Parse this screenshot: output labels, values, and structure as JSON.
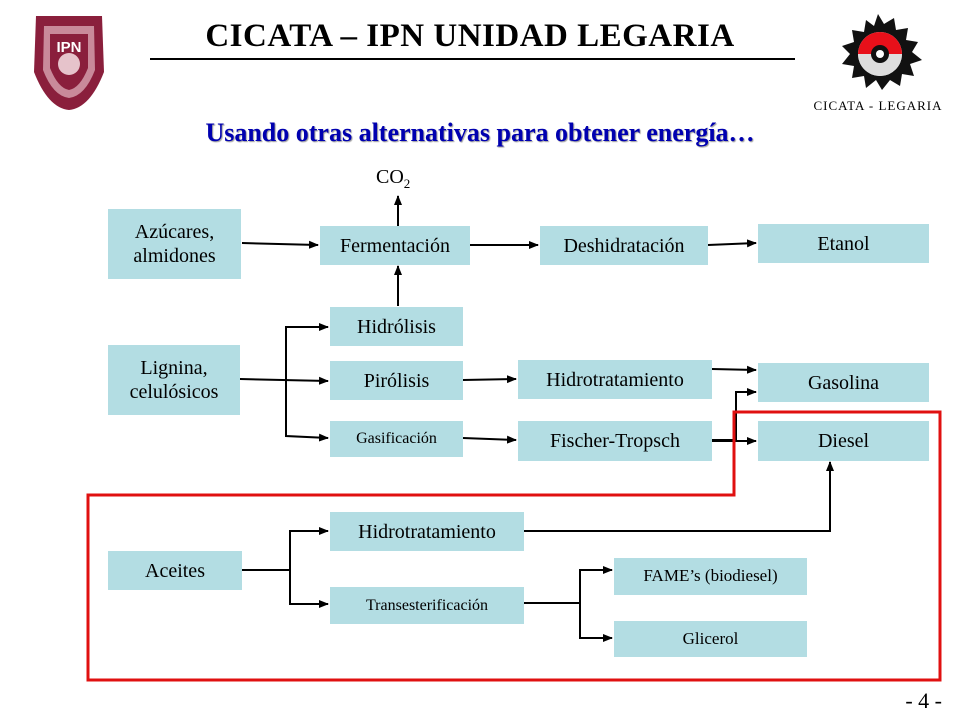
{
  "header": {
    "title": "CICATA – IPN UNIDAD LEGARIA",
    "left_logo_text": "IPN",
    "right_logo_caption": "CICATA - LEGARIA"
  },
  "subtitle": "Usando otras alternativas para obtener energía…",
  "diagram": {
    "co2": {
      "base": "CO",
      "sub": "2"
    },
    "nodes": {
      "azucares": "Azúcares, almidones",
      "fermentacion": "Fermentación",
      "deshidratacion": "Deshidratación",
      "etanol": "Etanol",
      "hidrolisis": "Hidrólisis",
      "lignina": "Lignina, celulósicos",
      "pirolisis": "Pirólisis",
      "hidrotratamiento_1": "Hidrotratamiento",
      "gasolina": "Gasolina",
      "gasificacion": "Gasificación",
      "fischer": "Fischer-Tropsch",
      "diesel": "Diesel",
      "aceites": "Aceites",
      "hidrotratamiento_2": "Hidrotratamiento",
      "transesterificacion": "Transesterificación",
      "fames": "FAME’s (biodiesel)",
      "glicerol": "Glicerol"
    },
    "highlight_color": "#e01010",
    "node_color": "#b3dde3"
  },
  "page_number": "- 4 -"
}
